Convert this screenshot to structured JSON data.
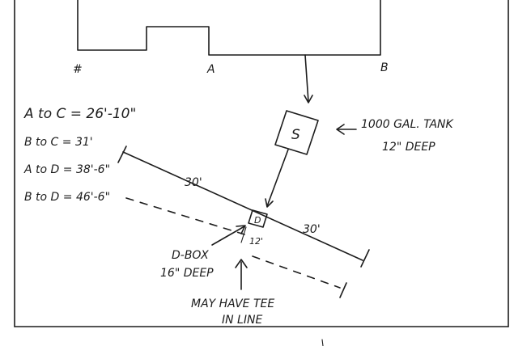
{
  "points": {
    "house_corner_left": "#",
    "house_corner_a": "A",
    "house_corner_b": "B"
  },
  "distances": [
    "A to C = 26'-10\"",
    "B to C = 31'",
    "A to D = 38'-6\"",
    "B to D = 46'-6\""
  ],
  "tank": {
    "symbol": "S",
    "note_line1": "1000 GAL. TANK",
    "note_line2": "12\" DEEP"
  },
  "dbox": {
    "symbol": "D",
    "label_line1": "D-BOX",
    "label_line2": "16\" DEEP"
  },
  "leach_lines": {
    "left_length": "30'",
    "right_length": "30'",
    "spacing": "12'"
  },
  "tee_note": {
    "line1": "MAY HAVE TEE",
    "line2": "IN LINE"
  }
}
